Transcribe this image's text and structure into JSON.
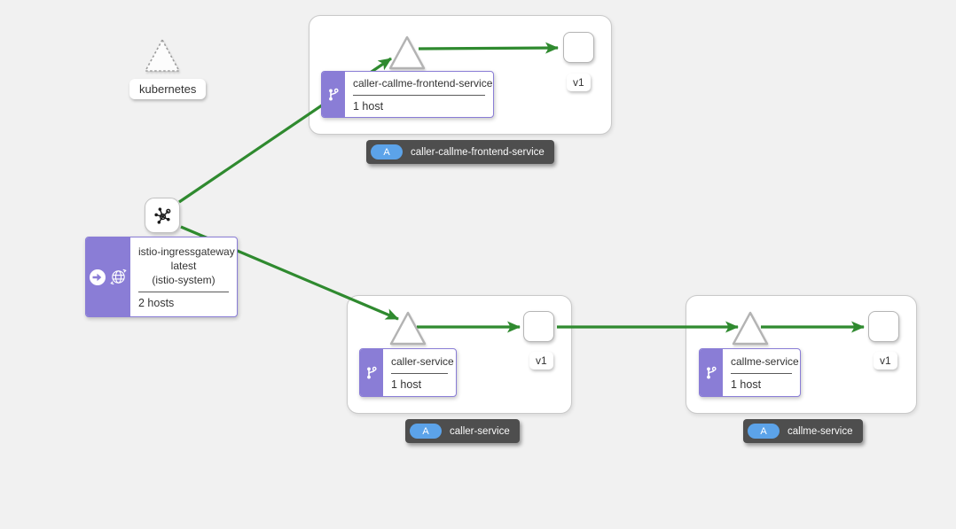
{
  "graph": {
    "cluster_label": "kubernetes",
    "gateway": {
      "title": "istio-ingressgateway",
      "version": "latest",
      "namespace": "(istio-system)",
      "hosts": "2 hosts"
    },
    "services": {
      "frontend": {
        "name": "caller-callme-frontend-service",
        "hosts": "1 host",
        "version": "v1",
        "app_badge": "A"
      },
      "caller": {
        "name": "caller-service",
        "hosts": "1 host",
        "version": "v1",
        "app_badge": "A"
      },
      "callme": {
        "name": "callme-service",
        "hosts": "1 host",
        "version": "v1",
        "app_badge": "A"
      }
    },
    "colors": {
      "edge_green": "#2f8a2f",
      "badge_purple": "#8a7dd6",
      "pill_blue": "#5ca3e9",
      "tooltip_bg": "#4e4e4e",
      "background": "#f1f1f1"
    },
    "icons": {
      "cluster_node": "dashed-triangle",
      "service_node": "triangle",
      "workload_node": "rounded-square",
      "mesh_node": "mesh-hub-icon",
      "service_entry_badge": "code-branch-icon",
      "traffic_source_badge": "arrow-right-circle-icon",
      "gateway_badge": "globe-arrows-icon"
    }
  }
}
